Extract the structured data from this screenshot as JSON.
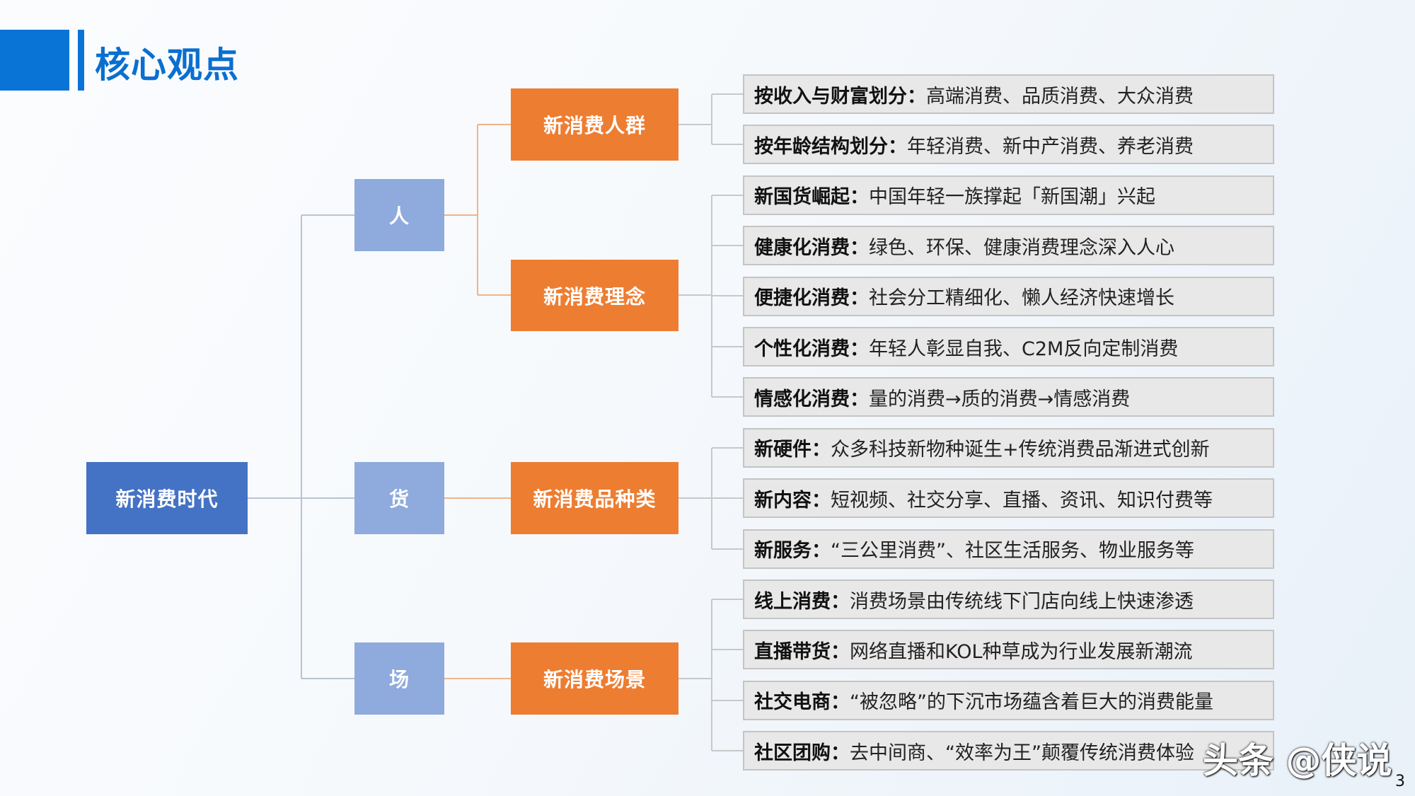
{
  "title": "核心观点",
  "root": "新消费时代",
  "level2": [
    "人",
    "货",
    "场"
  ],
  "level3": [
    "新消费人群",
    "新消费理念",
    "新消费品种类",
    "新消费场景"
  ],
  "items": [
    {
      "key": "按收入与财富划分：",
      "text": "高端消费、品质消费、大众消费"
    },
    {
      "key": "按年龄结构划分：",
      "text": "年轻消费、新中产消费、养老消费"
    },
    {
      "key": "新国货崛起：",
      "text": "中国年轻一族撑起「新国潮」兴起"
    },
    {
      "key": "健康化消费：",
      "text": "绿色、环保、健康消费理念深入人心"
    },
    {
      "key": "便捷化消费：",
      "text": "社会分工精细化、懒人经济快速增长"
    },
    {
      "key": "个性化消费：",
      "text": "年轻人彰显自我、C2M反向定制消费"
    },
    {
      "key": "情感化消费：",
      "text": "量的消费→质的消费→情感消费"
    },
    {
      "key": "新硬件：",
      "text": "众多科技新物种诞生+传统消费品渐进式创新"
    },
    {
      "key": "新内容：",
      "text": "短视频、社交分享、直播、资讯、知识付费等"
    },
    {
      "key": "新服务：",
      "text": "“三公里消费”、社区生活服务、物业服务等"
    },
    {
      "key": "线上消费：",
      "text": "消费场景由传统线下门店向线上快速渗透"
    },
    {
      "key": "直播带货：",
      "text": "网络直播和KOL种草成为行业发展新潮流"
    },
    {
      "key": "社交电商：",
      "text": "“被忽略”的下沉市场蕴含着巨大的消费能量"
    },
    {
      "key": "社区团购：",
      "text": "去中间商、“效率为王”颠覆传统消费体验"
    }
  ],
  "watermark": "头条 @侠说",
  "page_number": "3"
}
